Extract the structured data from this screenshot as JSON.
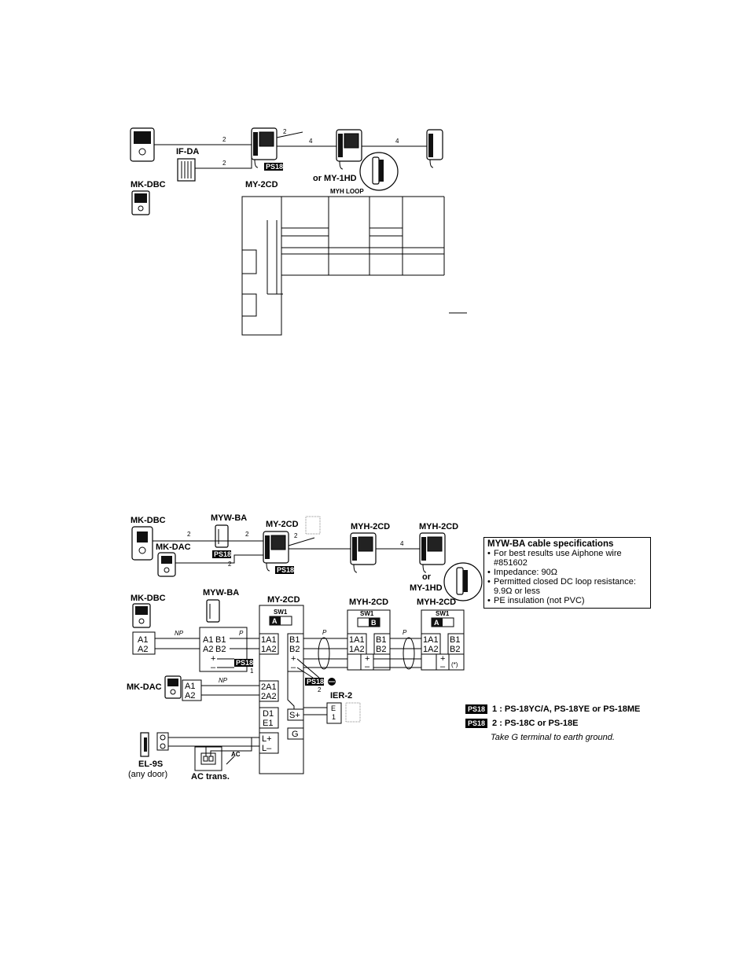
{
  "top": {
    "labels": {
      "ifda": "IF-DA",
      "mkdbc": "MK-DBC",
      "my2cd": "MY-2CD",
      "or_my1hd": "or MY-1HD",
      "myh_loop": "MYH LOOP"
    },
    "wire_counts": [
      "2",
      "2",
      "2",
      "4",
      "4"
    ],
    "ps18": "PS18"
  },
  "bottom": {
    "labels": {
      "mkdbc_top": "MK-DBC",
      "mywba_top": "MYW-BA",
      "my2cd_top": "MY-2CD",
      "myh2cd_a": "MYH-2CD",
      "myh2cd_b": "MYH-2CD",
      "mkdac_top": "MK-DAC",
      "or": "or",
      "my1hd": "MY-1HD",
      "mkdbc": "MK-DBC",
      "mywba": "MYW-BA",
      "my2cd": "MY-2CD",
      "myh2cd_1": "MYH-2CD",
      "myh2cd_2": "MYH-2CD",
      "mkdac": "MK-DAC",
      "ier2": "IER-2",
      "el9s": "EL-9S",
      "any_door": "(any door)",
      "ac_trans": "AC trans.",
      "ac": "AC"
    },
    "wire_counts": [
      "2",
      "2",
      "2",
      "4",
      "2"
    ],
    "switches": {
      "sw": "SW1",
      "a": "A",
      "b": "B"
    },
    "terminals": {
      "a1": "A1",
      "a2": "A2",
      "b1": "B1",
      "b2": "B2",
      "1a1": "1A1",
      "1a2": "1A2",
      "2a1": "2A1",
      "2a2": "2A2",
      "d1": "D1",
      "e1": "E1",
      "splus": "S+",
      "g": "G",
      "lplus": "L+",
      "lminus": "L–",
      "plus": "+",
      "minus": "–",
      "e": "E",
      "one": "1",
      "star": "(*)"
    },
    "wire_types": {
      "np": "NP",
      "p": "P"
    },
    "ps18": "PS18",
    "ps18_1": "1",
    "ps18_2": "2"
  },
  "spec": {
    "title": "MYW-BA cable specifications",
    "items": [
      "For best results use Aiphone wire #851602",
      "Impedance:  90Ω",
      "Permitted closed DC loop resistance: 9.9Ω or less",
      "PE insulation (not PVC)"
    ]
  },
  "legend": {
    "badge": "PS18",
    "line1": "1 : PS-18YC/A, PS-18YE or PS-18ME",
    "line2": "2 : PS-18C or PS-18E",
    "note": "Take G terminal to earth ground."
  }
}
